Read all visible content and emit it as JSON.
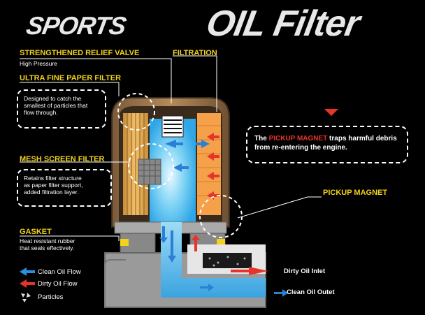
{
  "title": {
    "part1": "SPORTS",
    "part2": "OIL Filter"
  },
  "labels": {
    "relief_valve": "STRENGTHENED RELIEF VALVE",
    "relief_valve_desc": "High Pressure",
    "filtration": "FILTRATION",
    "paper_filter": "ULTRA FINE PAPER FILTER",
    "paper_filter_desc": [
      "Designed to catch the",
      "smallest of particles that",
      "flow through."
    ],
    "mesh_filter": "MESH SCREEN FILTER",
    "mesh_filter_desc": [
      "Retains filter structure",
      "as paper filter support,",
      "added filtration layer."
    ],
    "gasket": "GASKET",
    "gasket_desc": [
      "Heat resistant rubber",
      "that seals effectively."
    ],
    "pickup_magnet": "PICKUP MAGNET",
    "magnet_desc_pre": "The ",
    "magnet_desc_hl": "PICKUP MAGNET",
    "magnet_desc_post": " traps harmful debris",
    "magnet_desc_line2": "from re-entering the engine."
  },
  "flows": {
    "dirty_inlet": "Dirty Oil Inlet",
    "clean_outlet": "Clean Oil Outet"
  },
  "legend": {
    "clean": "Clean Oil Flow",
    "dirty": "Dirty Oil Flow",
    "particles": "Particles"
  },
  "colors": {
    "accent_yellow": "#f2d21b",
    "dirty_red": "#e8332b",
    "clean_blue": "#2b8fe0",
    "oil_blue": "#5fc3ef",
    "filter_orange": "#f4a14a"
  }
}
